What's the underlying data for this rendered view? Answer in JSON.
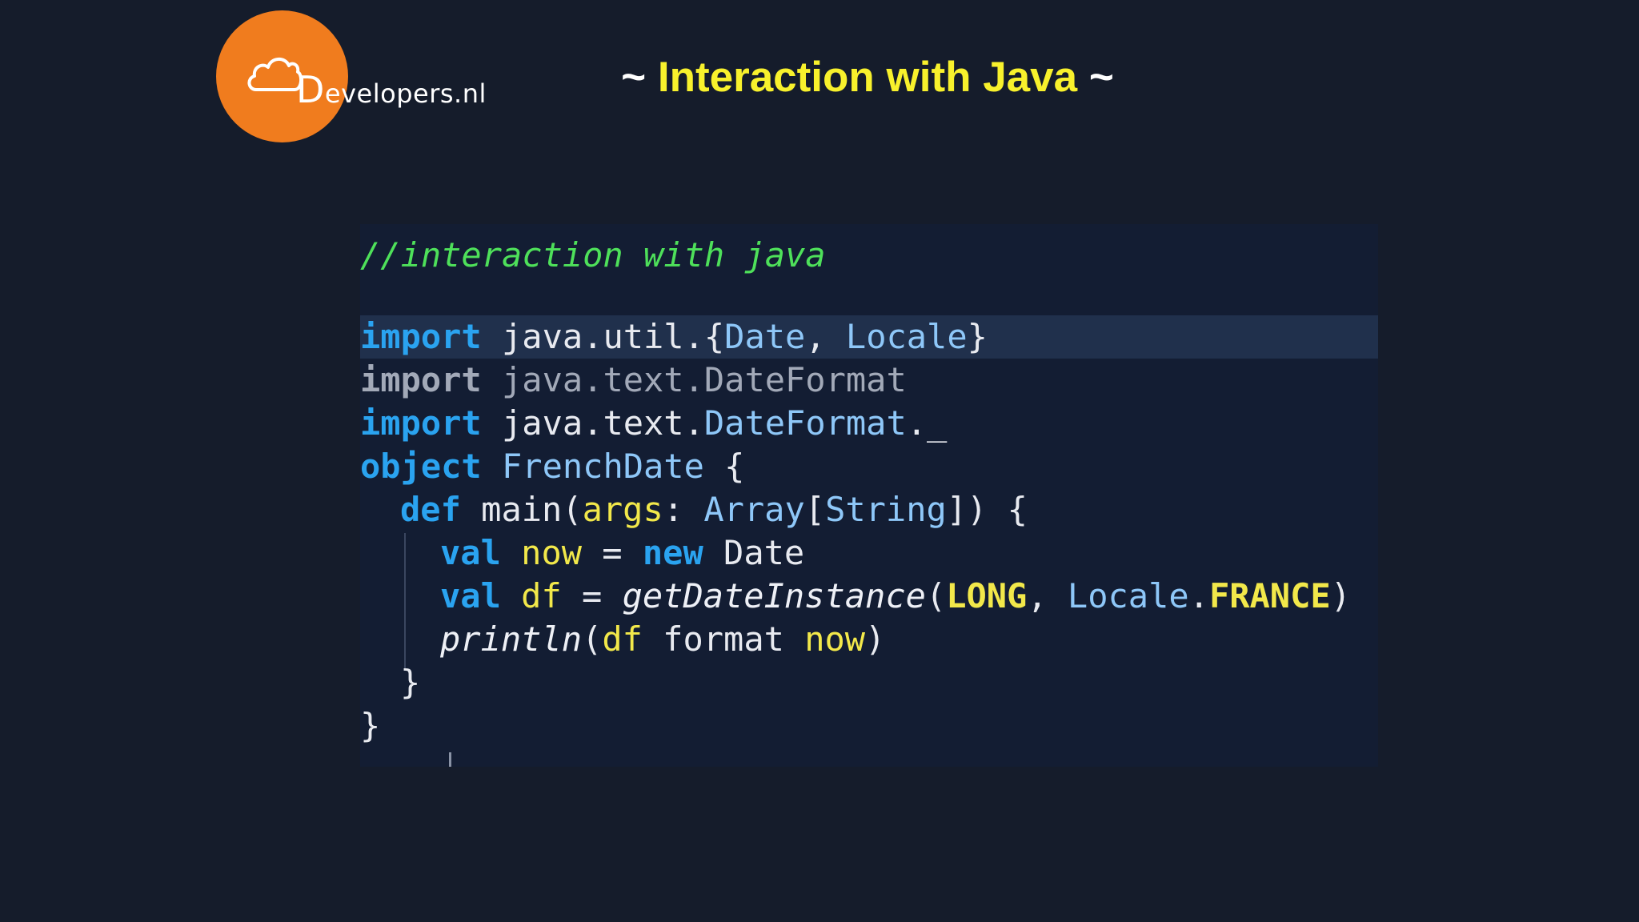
{
  "logo": {
    "text_initial": "D",
    "text_rest": "evelopers.nl"
  },
  "title": {
    "left_tilde": "~",
    "text": "Interaction with Java",
    "right_tilde": "~"
  },
  "code": {
    "comment": "//interaction with java",
    "line1": {
      "kw": "import",
      "pkg": "java.util.{",
      "t1": "Date",
      "sep": ", ",
      "t2": "Locale",
      "end": "}"
    },
    "line2": {
      "kw": "import",
      "path": "java.text.DateFormat"
    },
    "line3": {
      "kw": "import",
      "pkg": "java.text.",
      "type": "DateFormat",
      "end": "._"
    },
    "line4": {
      "kw": "object",
      "name": "FrenchDate",
      "end": " {"
    },
    "line5": {
      "kw": "def",
      "name": "main(",
      "param": "args",
      "colon": ": ",
      "t1": "Array",
      "br1": "[",
      "t2": "String",
      "end": "]) {"
    },
    "line6": {
      "kw": "val",
      "name": "now",
      "eq": " = ",
      "kw2": "new",
      "type": "Date"
    },
    "line7": {
      "kw": "val",
      "name": "df",
      "eq": " = ",
      "fn": "getDateInstance",
      "open": "(",
      "c1": "LONG",
      "sep": ", ",
      "t": "Locale",
      "dot": ".",
      "c2": "FRANCE",
      "close": ")"
    },
    "line8": {
      "fn": "println",
      "open": "(",
      "a1": "df",
      "mid": " format ",
      "a2": "now",
      "close": ")"
    },
    "line9": "}",
    "line10": "}"
  }
}
